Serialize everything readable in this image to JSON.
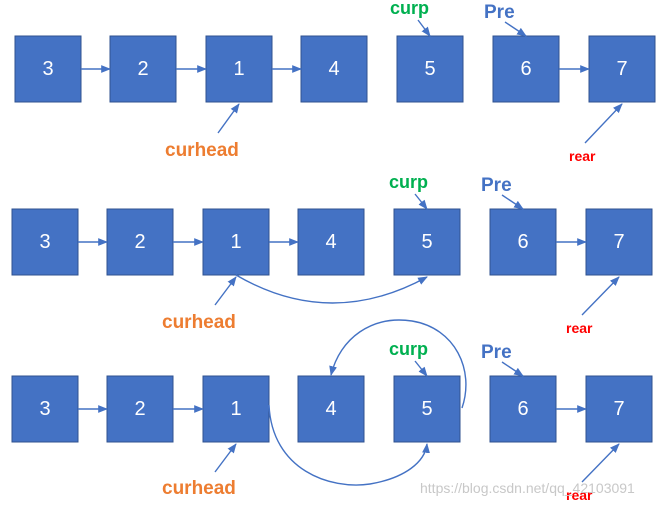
{
  "rows": [
    {
      "nodes": [
        "3",
        "2",
        "1",
        "4",
        "5",
        "6",
        "7"
      ]
    },
    {
      "nodes": [
        "3",
        "2",
        "1",
        "4",
        "5",
        "6",
        "7"
      ]
    },
    {
      "nodes": [
        "3",
        "2",
        "1",
        "4",
        "5",
        "6",
        "7"
      ]
    }
  ],
  "labels": {
    "curp": "curp",
    "pre": "Pre",
    "curhead": "curhead",
    "rear": "rear"
  },
  "colors": {
    "node_fill": "#4472C4",
    "curp": "#00B050",
    "pre": "#4472C4",
    "curhead": "#ED7D31",
    "rear": "#FF0000"
  },
  "watermark": "https://blog.csdn.net/qq_42103091"
}
